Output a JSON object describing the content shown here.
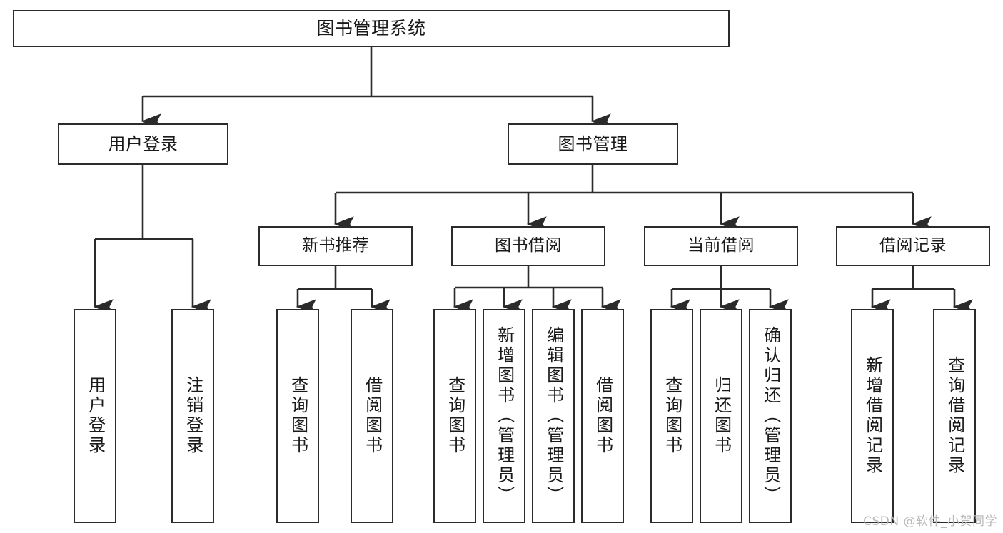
{
  "diagram": {
    "title": "图书管理系统",
    "type": "tree-hierarchy",
    "watermark": "CSDN @软件_小贺同学",
    "colors": {
      "stroke": "#2b2b2b",
      "fill": "#ffffff",
      "text": "#1a1a1a",
      "watermark": "#b9b9b9"
    },
    "root": {
      "label": "图书管理系统"
    },
    "level2": [
      {
        "label": "用户登录"
      },
      {
        "label": "图书管理"
      }
    ],
    "level3": [
      {
        "label": "新书推荐"
      },
      {
        "label": "图书借阅"
      },
      {
        "label": "当前借阅"
      },
      {
        "label": "借阅记录"
      }
    ],
    "leaves": {
      "user_login": [
        {
          "label": "用户登录"
        },
        {
          "label": "注销登录"
        }
      ],
      "new_book_recommend": [
        {
          "label": "查询图书"
        },
        {
          "label": "借阅图书"
        }
      ],
      "book_borrow": [
        {
          "label": "查询图书"
        },
        {
          "label": "新增图书（管理员）"
        },
        {
          "label": "编辑图书（管理员）"
        },
        {
          "label": "借阅图书"
        }
      ],
      "current_borrow": [
        {
          "label": "查询图书"
        },
        {
          "label": "归还图书"
        },
        {
          "label": "确认归还（管理员）"
        }
      ],
      "borrow_records": [
        {
          "label": "新增借阅记录"
        },
        {
          "label": "查询借阅记录"
        }
      ]
    }
  }
}
